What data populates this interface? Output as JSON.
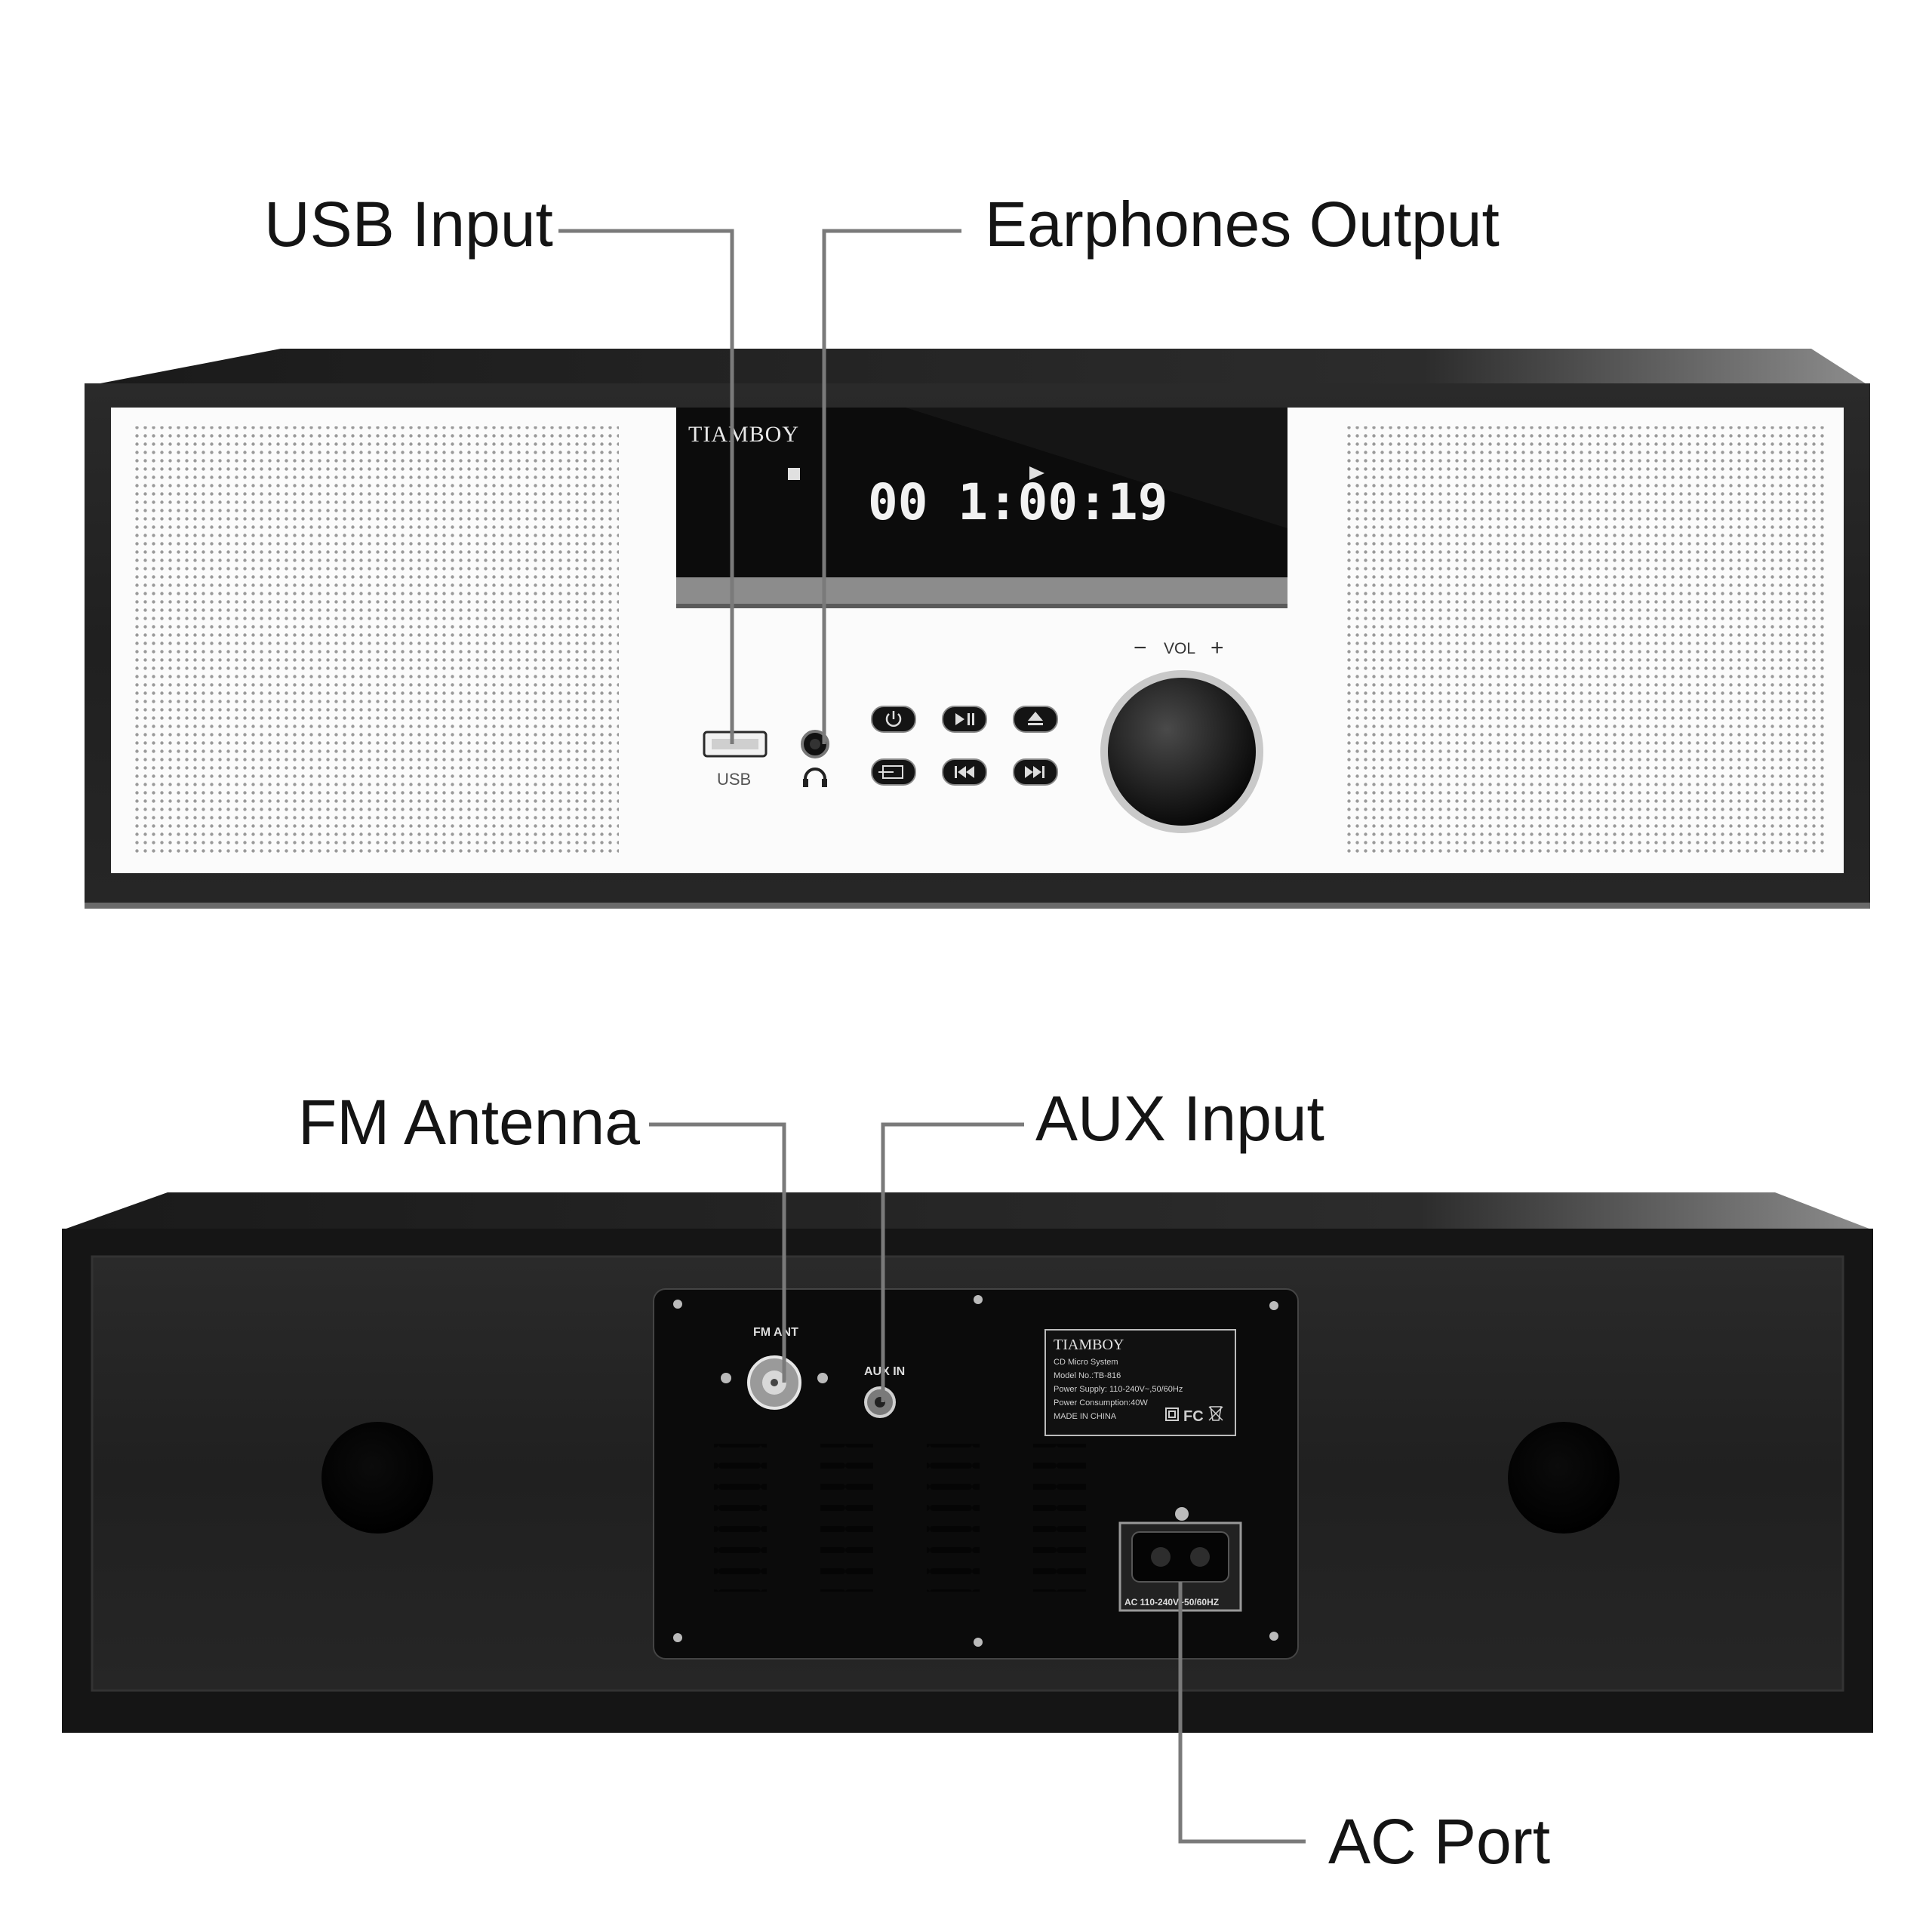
{
  "callouts": {
    "usb_input": "USB Input",
    "earphones_output": "Earphones Output",
    "fm_antenna": "FM Antenna",
    "aux_input": "AUX Input",
    "ac_port": "AC Port"
  },
  "front": {
    "brand": "TIAMBOY",
    "display_time": "00 1:00:19",
    "usb_label": "USB",
    "vol_minus": "−",
    "vol_label": "VOL",
    "vol_plus": "+"
  },
  "back": {
    "fm_label": "FM ANT",
    "aux_label": "AUX IN",
    "ac_label": "AC 110-240V~50/60HZ",
    "rating_plate": {
      "brand": "TIAMBOY",
      "lines": [
        "CD Micro System",
        "Model No.:TB-816",
        "Power Supply: 110-240V~,50/60Hz",
        "Power Consumption:40W",
        "MADE IN CHINA"
      ],
      "cert_marks": "FC"
    }
  },
  "colors": {
    "cabinet": "#1b1b1b",
    "panel": "#fafafa",
    "leader_line": "#7a7a7a",
    "display": "#0c0c0c",
    "display_text": "#f2f2f2"
  }
}
